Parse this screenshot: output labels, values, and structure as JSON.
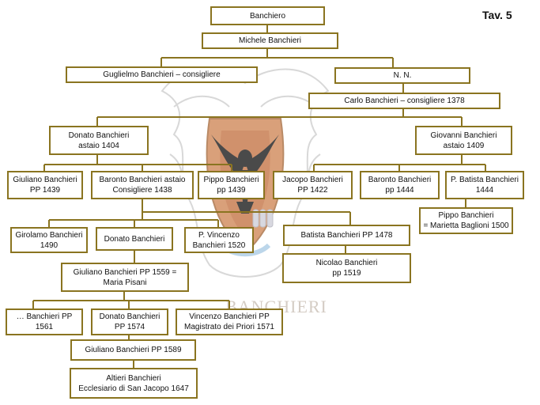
{
  "tag": "Tav. 5",
  "watermark": "BANCHIERI",
  "colors": {
    "border": "#8a7420",
    "line": "#8a7420",
    "text": "#111111"
  },
  "nodes": {
    "banchiero": [
      "Banchiero"
    ],
    "michele": [
      "Michele Banchieri"
    ],
    "guglielmo": [
      "Guglielmo Banchieri – consigliere"
    ],
    "nn": [
      "N. N."
    ],
    "carlo": [
      "Carlo Banchieri – consigliere 1378"
    ],
    "donato1404": [
      "Donato Banchieri",
      "astaio 1404"
    ],
    "giovanni": [
      "Giovanni Banchieri",
      "astaio 1409"
    ],
    "giuliano1439": [
      "Giuliano Banchieri",
      "PP 1439"
    ],
    "baronto1438": [
      "Baronto Banchieri astaio",
      "Consigliere 1438"
    ],
    "pippo1439": [
      "Pippo Banchieri",
      "pp 1439"
    ],
    "jacopo": [
      "Jacopo Banchieri",
      "PP 1422"
    ],
    "baronto1444": [
      "Baronto Banchieri",
      "pp 1444"
    ],
    "pbatista": [
      "P. Batista Banchieri",
      "1444"
    ],
    "pippo1500": [
      "Pippo Banchieri",
      "= Marietta Baglioni 1500"
    ],
    "girolamo": [
      "Girolamo Banchieri",
      "1490"
    ],
    "donato2": [
      "Donato Banchieri"
    ],
    "pvincenzo": [
      "P. Vincenzo",
      "Banchieri 1520"
    ],
    "batista": [
      "Batista Banchieri  PP 1478"
    ],
    "nicolao": [
      "Nicolao Banchieri",
      "pp 1519"
    ],
    "giuliano1559": [
      "Giuliano Banchieri  PP 1559 =",
      "Maria Pisani"
    ],
    "banchieri1561": [
      "… Banchieri PP",
      "1561"
    ],
    "donato1574": [
      "Donato Banchieri",
      "PP 1574"
    ],
    "vincenzo1571": [
      "Vincenzo Banchieri PP",
      "Magistrato dei Priori  1571"
    ],
    "giuliano1589": [
      "Giuliano Banchieri  PP 1589"
    ],
    "altieri": [
      "Altieri Banchieri",
      "Ecclesiario di San Jacopo 1647"
    ]
  }
}
